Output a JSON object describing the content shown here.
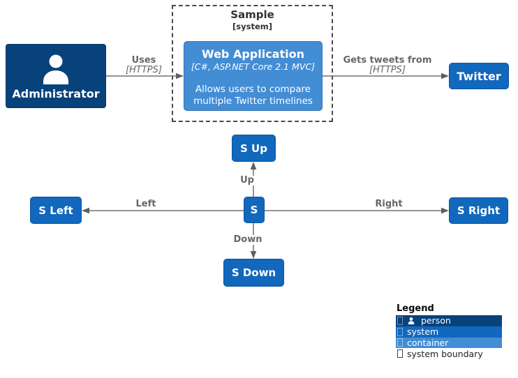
{
  "nodes": {
    "administrator": {
      "label": "Administrator"
    },
    "boundary": {
      "title": "Sample",
      "subtitle": "[system]"
    },
    "web_application": {
      "title": "Web Application",
      "technology": "[C#, ASP.NET Core 2.1 MVC]",
      "description": [
        "Allows users to compare",
        "multiple Twitter timelines"
      ]
    },
    "twitter": {
      "label": "Twitter"
    },
    "s": {
      "label": "S"
    },
    "s_up": {
      "label": "S Up"
    },
    "s_down": {
      "label": "S Down"
    },
    "s_left": {
      "label": "S Left"
    },
    "s_right": {
      "label": "S Right"
    }
  },
  "relationships": {
    "uses": {
      "label": "Uses",
      "technology": "[HTTPS]"
    },
    "gets_tweets": {
      "label": "Gets tweets from",
      "technology": "[HTTPS]"
    },
    "up": {
      "label": "Up"
    },
    "down": {
      "label": "Down"
    },
    "left": {
      "label": "Left"
    },
    "right": {
      "label": "Right"
    }
  },
  "legend": {
    "title": "Legend",
    "rows": [
      {
        "label": "person",
        "color": "#08427b"
      },
      {
        "label": "system",
        "color": "#1168bd"
      },
      {
        "label": "container",
        "color": "#438dd5"
      },
      {
        "label": "system boundary",
        "color": "#ffffff"
      }
    ]
  },
  "colors": {
    "person": "#08427b",
    "system": "#1168bd",
    "container": "#438dd5",
    "arrow": "#707070",
    "arrowhead": "#5f5f5f",
    "label": "#666666"
  }
}
